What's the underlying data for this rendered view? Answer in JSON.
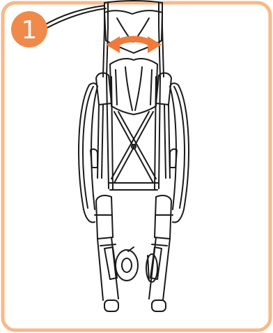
{
  "step": {
    "number": "1"
  },
  "colors": {
    "frame": "#f7b98a",
    "badge": "#f08a4b",
    "arrow": "#f07a3a",
    "line": "#1a1a1a"
  },
  "icons": {
    "step_badge": "circle-number",
    "fold_arrow": "double-headed-arrow-horizontal"
  }
}
